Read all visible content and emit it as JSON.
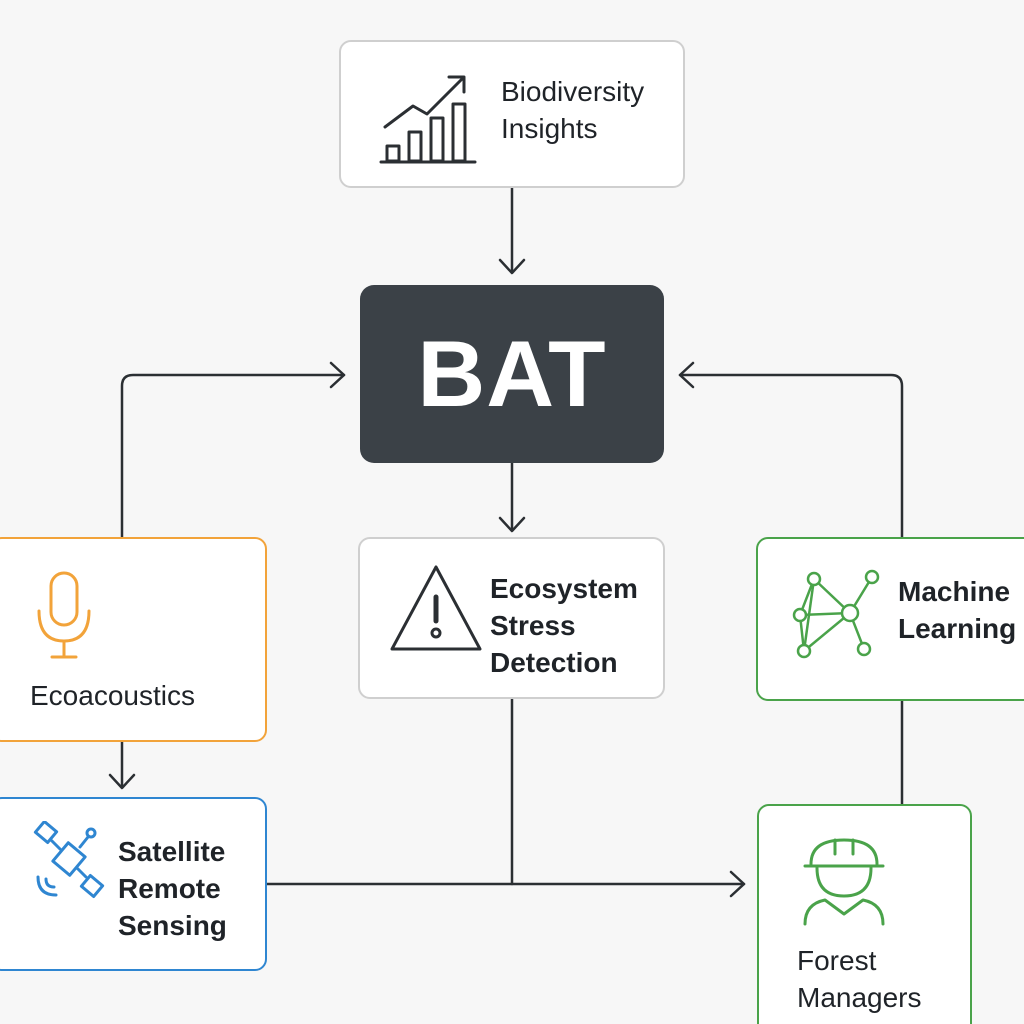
{
  "diagram": {
    "nodes": {
      "biodiversity": {
        "label": "Biodiversity\nInsights",
        "icon": "bar-chart-trend-icon",
        "border": "#cfcfcf"
      },
      "bat": {
        "label": "BAT",
        "fill": "#3b4147"
      },
      "ecoacoustics": {
        "label": "Ecoacoustics",
        "icon": "microphone-icon",
        "border": "#f2a33a"
      },
      "stress": {
        "label": "Ecosystem\nStress\nDetection",
        "icon": "warning-triangle-icon",
        "border": "#cfcfcf"
      },
      "machine_learning": {
        "label": "Machine\nLearning",
        "icon": "network-nodes-icon",
        "border": "#4aa34a"
      },
      "satellite": {
        "label": "Satellite\nRemote\nSensing",
        "icon": "satellite-icon",
        "border": "#2f86d1"
      },
      "forest": {
        "label": "Forest\nManagers",
        "icon": "worker-hardhat-icon",
        "border": "#4aa34a"
      }
    },
    "edges": [
      {
        "from": "Biodiversity Insights",
        "to": "BAT"
      },
      {
        "from": "Ecoacoustics",
        "to": "BAT"
      },
      {
        "from": "Machine Learning",
        "to": "BAT"
      },
      {
        "from": "BAT",
        "to": "Ecosystem Stress Detection"
      },
      {
        "from": "Ecoacoustics",
        "to": "Satellite Remote Sensing"
      },
      {
        "from": "Satellite Remote Sensing",
        "to": "Forest Managers"
      },
      {
        "from": "Ecosystem Stress Detection",
        "to": "Forest Managers"
      },
      {
        "from": "Machine Learning",
        "to": "Forest Managers"
      }
    ],
    "line_color": "#2b2f33"
  }
}
